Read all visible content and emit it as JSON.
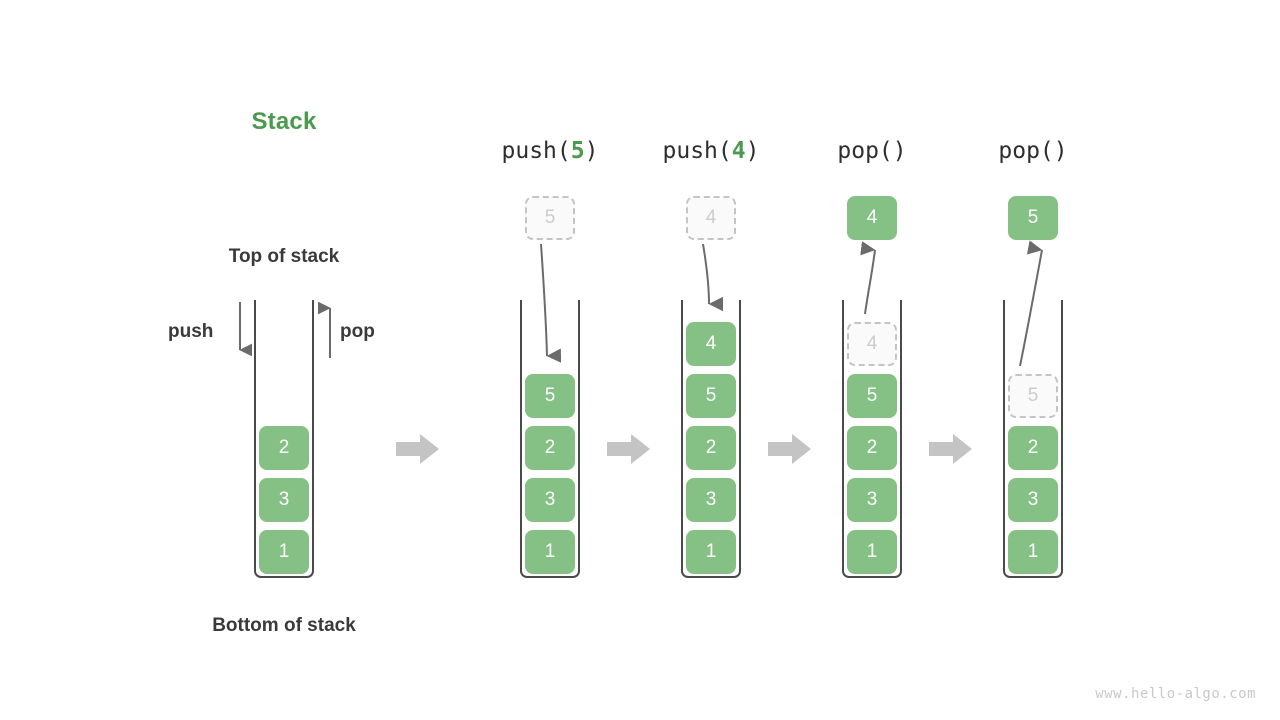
{
  "title": "Stack",
  "accent_color": "#4a9a4f",
  "cell_color": "#85c085",
  "ghost_color": "#cccccc",
  "labels": {
    "top_of_stack": "Top of stack",
    "bottom_of_stack": "Bottom of stack",
    "push": "push",
    "pop": "pop"
  },
  "initial_stack": {
    "cells": [
      "2",
      "3",
      "1"
    ]
  },
  "steps": [
    {
      "header_prefix": "push(",
      "header_arg": "5",
      "header_suffix": ")",
      "operation": "push",
      "moving_value": "5",
      "moving_state": "ghost",
      "cells": [
        "5",
        "2",
        "3",
        "1"
      ]
    },
    {
      "header_prefix": "push(",
      "header_arg": "4",
      "header_suffix": ")",
      "operation": "push",
      "moving_value": "4",
      "moving_state": "ghost",
      "cells": [
        "4",
        "5",
        "2",
        "3",
        "1"
      ]
    },
    {
      "header_prefix": "pop(",
      "header_arg": "",
      "header_suffix": ")",
      "operation": "pop",
      "moving_value": "4",
      "moving_state": "solid",
      "cells": [
        "4",
        "5",
        "2",
        "3",
        "1"
      ],
      "ghost_index": 0
    },
    {
      "header_prefix": "pop(",
      "header_arg": "",
      "header_suffix": ")",
      "operation": "pop",
      "moving_value": "5",
      "moving_state": "solid",
      "cells": [
        "5",
        "2",
        "3",
        "1"
      ],
      "ghost_index": 0
    }
  ],
  "watermark": "www.hello-algo.com"
}
